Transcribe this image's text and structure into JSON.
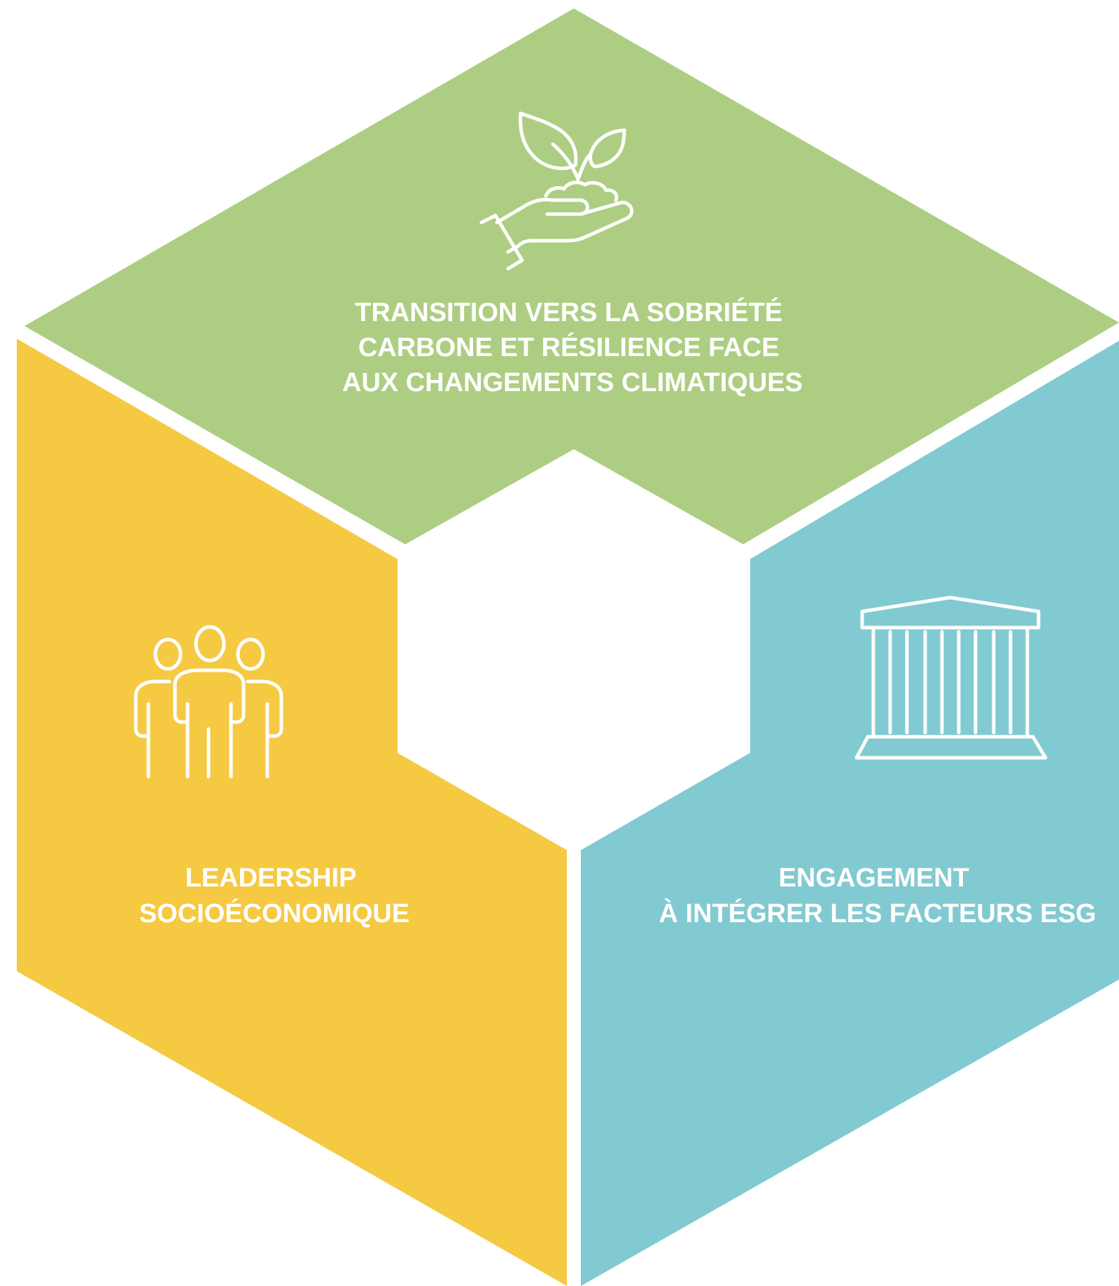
{
  "colors": {
    "top": "#ADCE82",
    "left": "#F5C942",
    "right": "#82CAD1",
    "center": "#FFFFFF",
    "text": "#FFFFFF"
  },
  "segments": {
    "top": {
      "icon": "hand-holding-plant-icon",
      "lines": [
        "TRANSITION VERS LA SOBRIÉTÉ",
        "CARBONE ET RÉSILIENCE FACE",
        "AUX CHANGEMENTS CLIMATIQUES"
      ]
    },
    "left": {
      "icon": "people-group-icon",
      "lines": [
        "LEADERSHIP",
        "SOCIOÉCONOMIQUE"
      ]
    },
    "right": {
      "icon": "bank-building-icon",
      "lines": [
        "ENGAGEMENT",
        "À INTÉGRER LES FACTEURS ESG"
      ]
    }
  }
}
